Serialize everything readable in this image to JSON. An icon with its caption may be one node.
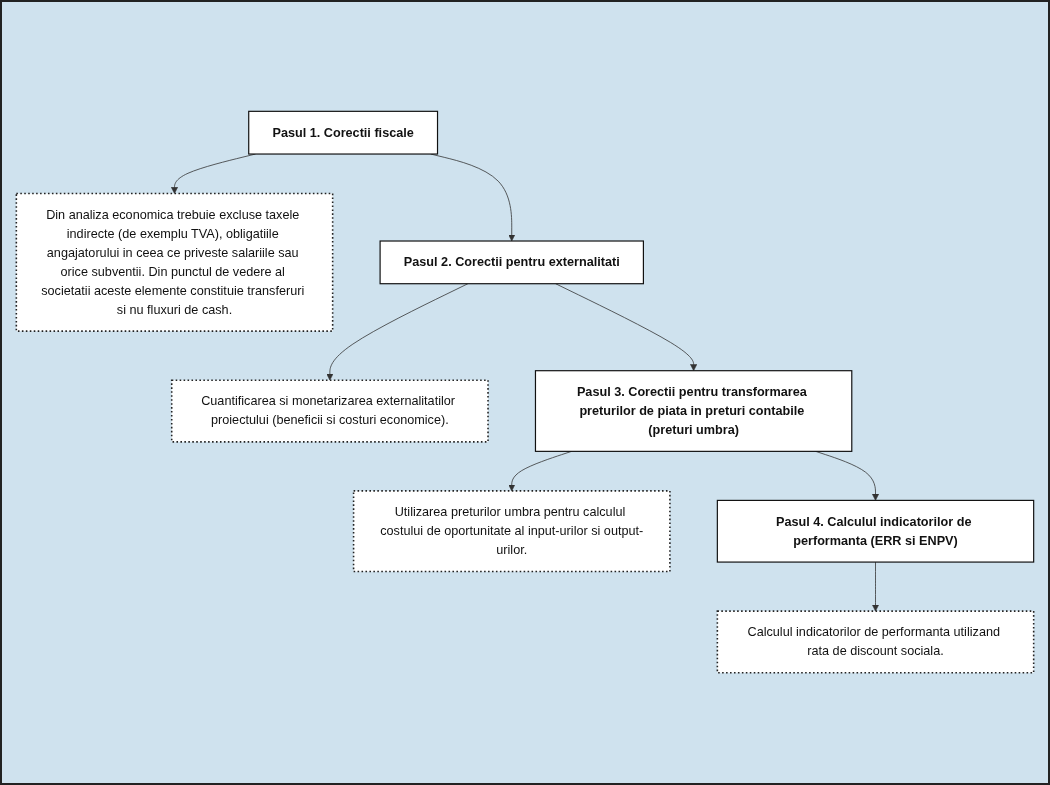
{
  "diagram": {
    "nodes": [
      {
        "text": [
          "Pasul 1. Corectii fiscale"
        ]
      },
      {
        "text": [
          "Din analiza economica trebuie excluse taxele indirecte (de exemplu TVA), obligatiile angajatorului in ceea ce priveste salariile sau orice subventii. Din punctul de vedere al societatii aceste elemente constituie transferuri si nu fluxuri de cash."
        ]
      },
      {
        "text": [
          "Pasul 2. Corectii pentru externalitati"
        ]
      },
      {
        "text": [
          "Cuantificarea si monetarizarea externalitatilor proiectului (beneficii si costuri economice)."
        ]
      },
      {
        "text": [
          "Pasul 3. Corectii pentru transformarea preturilor de piata in preturi contabile (preturi umbra)"
        ]
      },
      {
        "text": [
          "Utilizarea preturilor umbra pentru calculul costului de oportunitate al input-urilor si output-urilor."
        ]
      },
      {
        "text": [
          "Pasul 4. Calculul indicatorilor de performanta (ERR si ENPV)"
        ]
      },
      {
        "text": [
          "Calculul indicatorilor de performanta utilizand rata de discount sociala."
        ]
      }
    ],
    "edges": [
      {
        "from": 0,
        "to": 1,
        "arrow": "to"
      },
      {
        "from": 0,
        "to": 2,
        "arrow": "to"
      },
      {
        "from": 2,
        "to": 3,
        "arrow": "to"
      },
      {
        "from": 2,
        "to": 4,
        "arrow": "to"
      },
      {
        "from": 4,
        "to": 5,
        "arrow": "to"
      },
      {
        "from": 4,
        "to": 6,
        "arrow": "to"
      },
      {
        "from": 6,
        "to": 7,
        "arrow": "to"
      }
    ]
  }
}
